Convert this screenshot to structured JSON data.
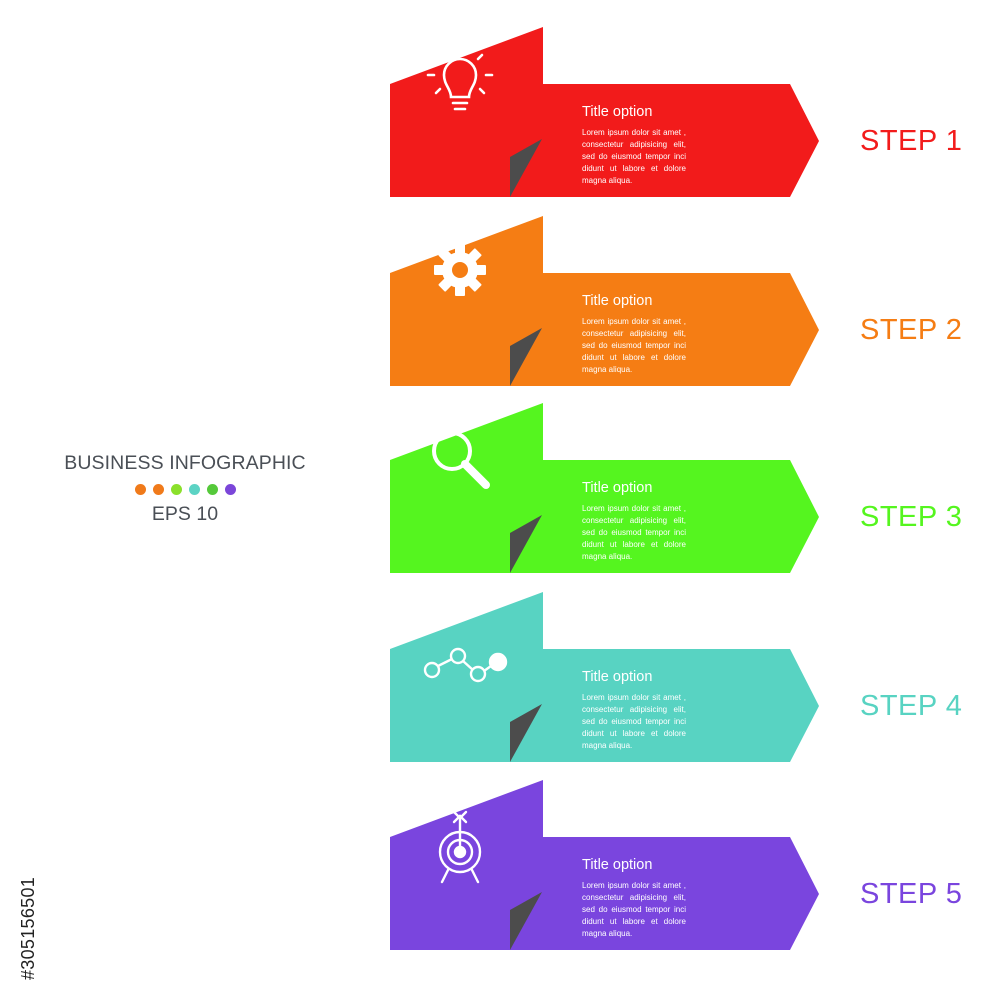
{
  "header": {
    "title": "BUSINESS INFOGRAPHIC",
    "subtitle": "EPS 10",
    "dot_colors": [
      "#f07a1a",
      "#f07a1a",
      "#8be02b",
      "#5cd3c4",
      "#55c93a",
      "#7b46d9"
    ]
  },
  "side_id": "#305156501",
  "steps": [
    {
      "label": "STEP 1",
      "title": "Title option",
      "icon": "lightbulb-icon",
      "color": "#f21b1b",
      "text": "Lorem ipsum dolor sit amet , consectetur adipisicing elit, sed do eiusmod tempor inci didunt ut labore et dolore magna aliqua."
    },
    {
      "label": "STEP 2",
      "title": "Title option",
      "icon": "gear-icon",
      "color": "#f57d14",
      "text": "Lorem ipsum dolor sit amet , consectetur adipisicing elit, sed do eiusmod tempor inci didunt ut labore et dolore magna aliqua."
    },
    {
      "label": "STEP 3",
      "title": "Title option",
      "icon": "magnifier-icon",
      "color": "#55f51f",
      "text": "Lorem ipsum dolor sit amet , consectetur adipisicing elit, sed do eiusmod tempor inci didunt ut labore et dolore magna aliqua."
    },
    {
      "label": "STEP 4",
      "title": "Title option",
      "icon": "line-chart-icon",
      "color": "#58d3c2",
      "text": "Lorem ipsum dolor sit amet , consectetur adipisicing elit, sed do eiusmod tempor inci didunt ut labore et dolore magna aliqua."
    },
    {
      "label": "STEP 5",
      "title": "Title option",
      "icon": "target-icon",
      "color": "#7a45de",
      "text": "Lorem ipsum dolor sit amet , consectetur adipisicing elit, sed do eiusmod tempor inci didunt ut labore et dolore magna aliqua."
    }
  ]
}
